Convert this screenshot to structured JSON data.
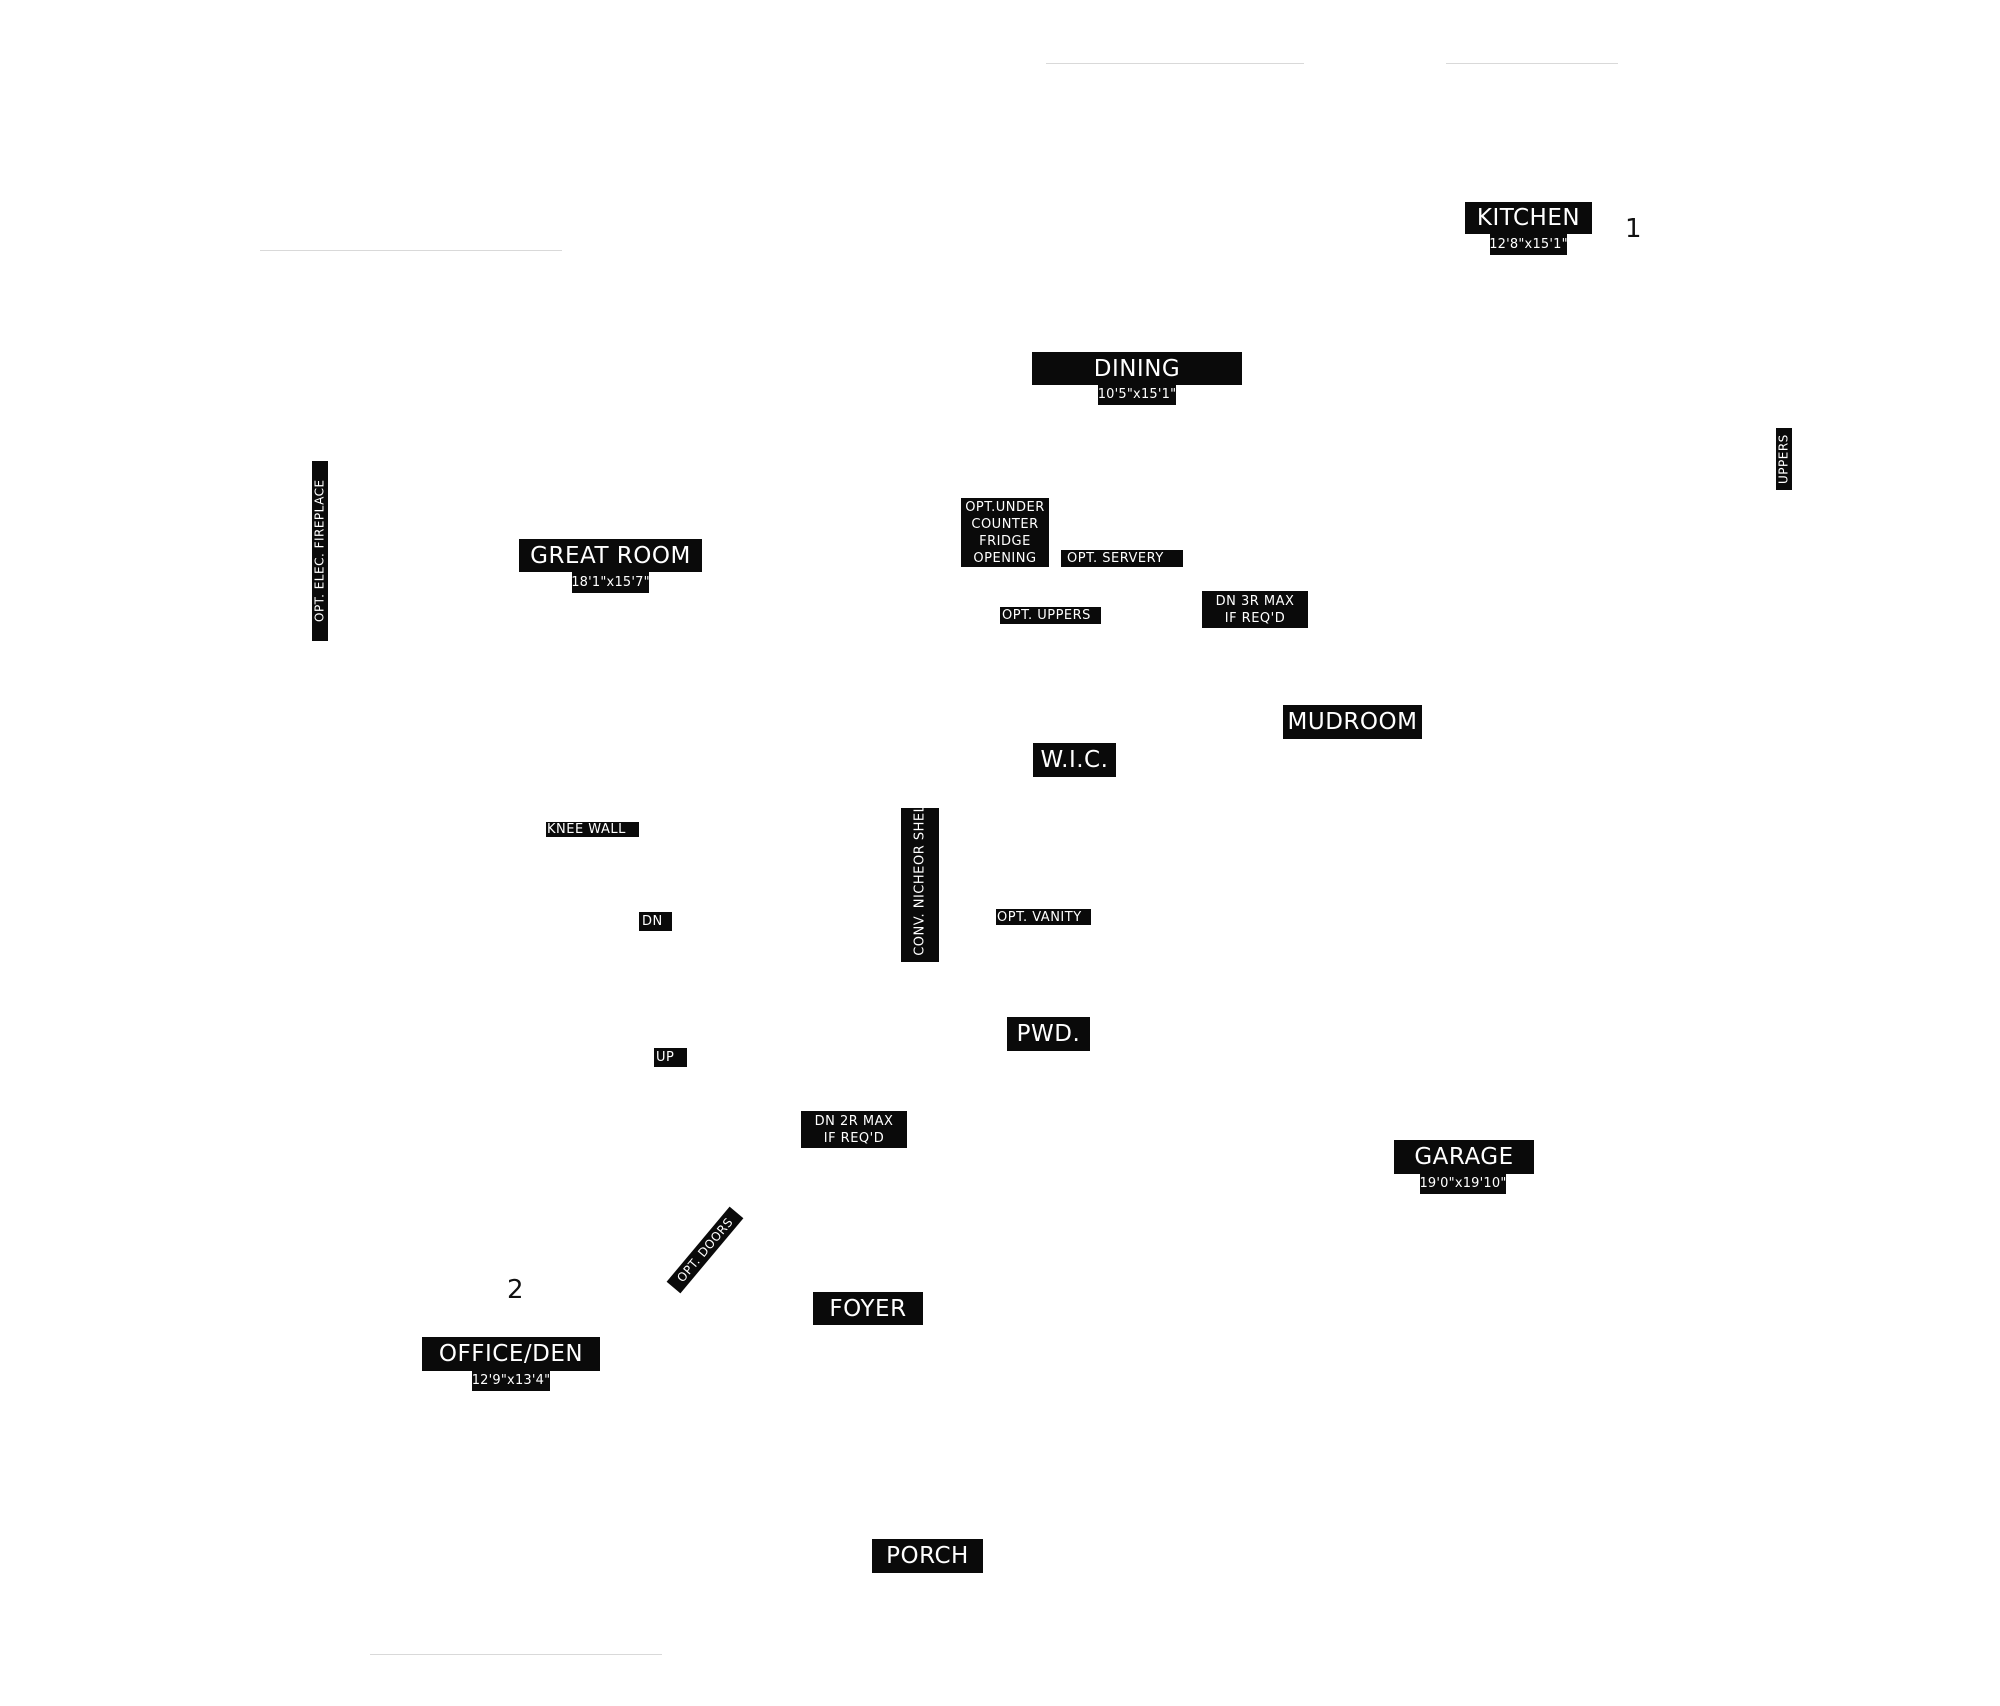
{
  "rooms": {
    "kitchen": {
      "name": "KITCHEN",
      "dims": "12'8\"x15'1\""
    },
    "dining": {
      "name": "DINING",
      "dims": "10'5\"x15'1\""
    },
    "great_room": {
      "name": "GREAT ROOM",
      "dims": "18'1\"x15'7\""
    },
    "mudroom": {
      "name": "MUDROOM"
    },
    "wic": {
      "name": "W.I.C."
    },
    "pwd": {
      "name": "PWD."
    },
    "garage": {
      "name": "GARAGE",
      "dims": "19'0\"x19'10\""
    },
    "foyer": {
      "name": "FOYER"
    },
    "office": {
      "name": "OFFICE/DEN",
      "dims": "12'9\"x13'4\""
    },
    "porch": {
      "name": "PORCH"
    }
  },
  "notes": {
    "opt_elec_fireplace": "OPT. ELEC. FIREPLACE",
    "uppers": "UPPERS",
    "opt_under_counter_1": "OPT.UNDER",
    "opt_under_counter_2": "COUNTER",
    "opt_under_counter_3": "FRIDGE",
    "opt_under_counter_4": "OPENING",
    "opt_servery": "OPT. SERVERY",
    "opt_uppers": "OPT. UPPERS",
    "dn_3r_1": "DN 3R MAX",
    "dn_3r_2": "IF REQ'D",
    "knee_wall": "KNEE WALL",
    "dn": "DN",
    "up": "UP",
    "opt_conv_niche_1": "OPT. CONV. NICHE",
    "opt_conv_niche_2": "OR SHELVES",
    "opt_vanity": "OPT. VANITY",
    "dn_2r_1": "DN 2R MAX",
    "dn_2r_2": "IF REQ'D",
    "opt_doors": "OPT. DOORS"
  },
  "markers": {
    "one": "1",
    "two": "2"
  },
  "colors": {
    "label_bg": "#0a0a0a",
    "label_text": "#ffffff",
    "background": "#ffffff"
  }
}
